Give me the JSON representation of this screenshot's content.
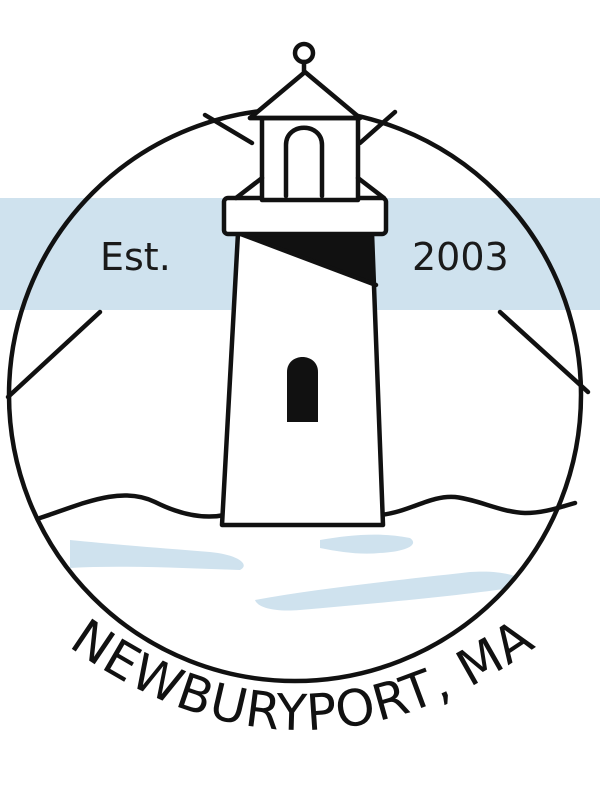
{
  "logo": {
    "est_label": "Est.",
    "year": "2003",
    "city": "NEWBURYPORT, MA",
    "colors": {
      "ink": "#111111",
      "band": "#cfe2ee",
      "water": "#cfe2ee",
      "background": "#ffffff"
    },
    "icons": [
      "lighthouse-icon",
      "light-beams",
      "ocean-waves"
    ]
  }
}
